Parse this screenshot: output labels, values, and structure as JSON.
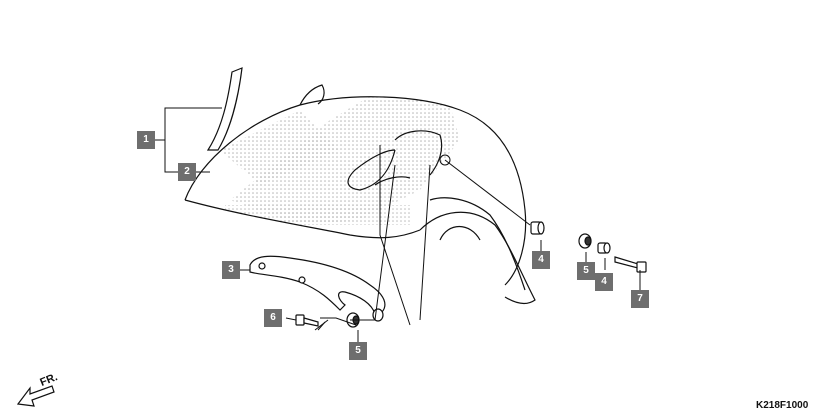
{
  "callouts": [
    "1",
    "2",
    "3",
    "4",
    "4",
    "5",
    "5",
    "6",
    "7"
  ],
  "direction_label": "FR.",
  "diagram_code": "K218F1000",
  "colors": {
    "callout_fill": "#6e6e6e",
    "line": "#111111",
    "stipple": "#b5b5b5"
  }
}
